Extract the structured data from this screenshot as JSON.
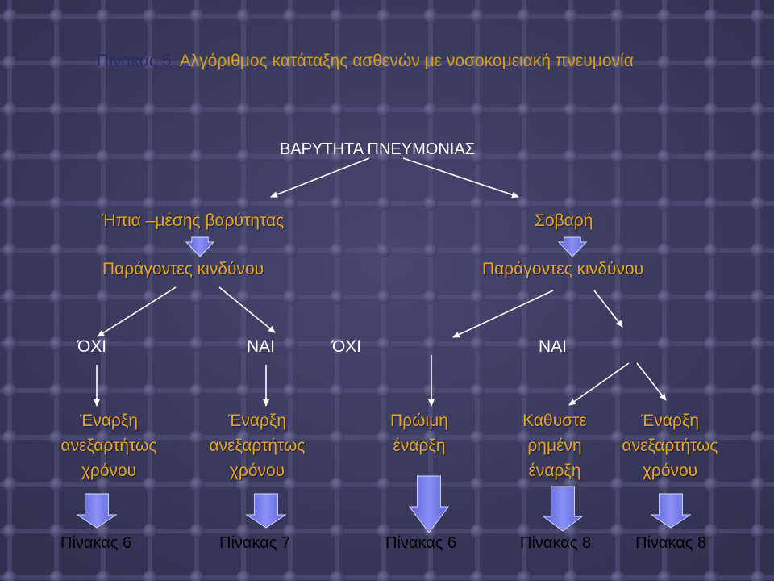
{
  "title": {
    "number": "Πίνακας 5.",
    "text": "Αλγόριθμος κατάταξης ασθενών με νοσοκομειακή πνευμονία"
  },
  "root": "ΒΑΡΥΤΗΤΑ ΠΝΕΥΜΟΝΙΑΣ",
  "severity": {
    "mild": "Ήπια –μέσης βαρύτητας",
    "severe": "Σοβαρή"
  },
  "risk_factors": {
    "left": "Παράγοντες κινδύνου",
    "right": "Παράγοντες κινδύνου"
  },
  "answers": {
    "no_left": "ΌΧΙ",
    "yes_left": "ΝΑΙ",
    "no_right": "ΌΧΙ",
    "yes_right": "ΝΑΙ"
  },
  "onset": {
    "c1": [
      "Έναρξη",
      "ανεξαρτήτως",
      "χρόνου"
    ],
    "c2": [
      "Έναρξη",
      "ανεξαρτήτως",
      "χρόνου"
    ],
    "c3": [
      "Πρώιμη",
      "έναρξη"
    ],
    "c4": [
      "Καθυστε",
      "ρημένη",
      "έναρξη"
    ],
    "c5": [
      "Έναρξη",
      "ανεξαρτήτως",
      "χρόνου"
    ]
  },
  "tables": [
    "Πίνακας 6",
    "Πίνακας 7",
    "Πίνακας 6",
    "Πίνακας 8",
    "Πίνακας 8"
  ],
  "colors": {
    "background": "#3c3c62",
    "grid": "#51517a",
    "accent_text": "#e8a51c",
    "block_arrow": "#6a72e6",
    "connector": "#ffffff"
  }
}
